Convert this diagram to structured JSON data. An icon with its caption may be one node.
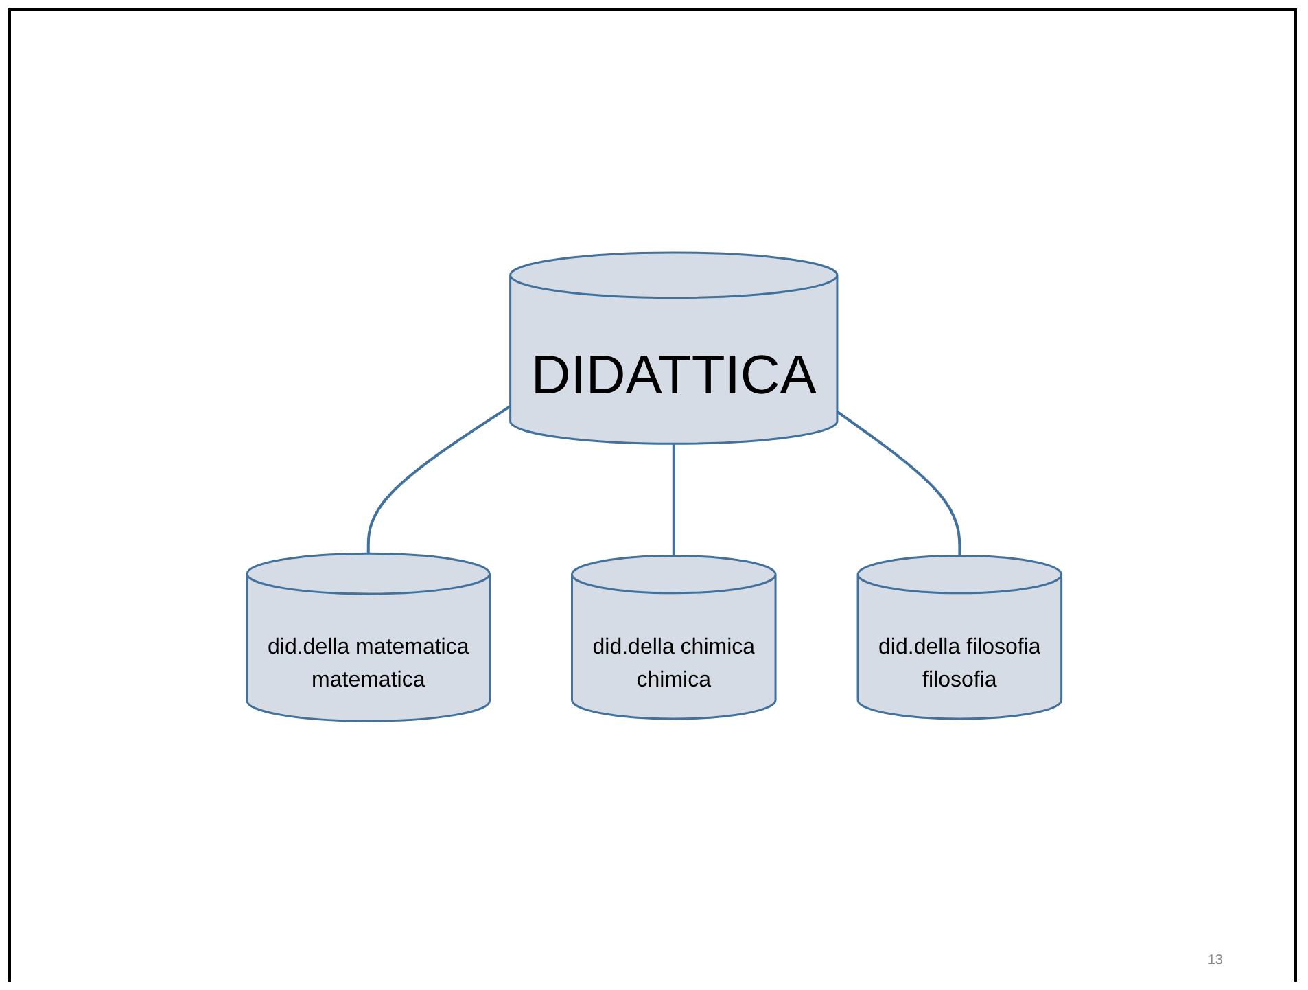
{
  "diagram": {
    "nodes": [
      {
        "text": [
          "DIDATTICA"
        ]
      },
      {
        "text": [
          "did.della matematica",
          "matematica"
        ]
      },
      {
        "text": [
          "did.della chimica",
          "chimica"
        ]
      },
      {
        "text": [
          "did.della filosofia",
          "filosofia"
        ]
      }
    ],
    "edges": [
      {
        "from": 0,
        "to": 1,
        "arrow": "none"
      },
      {
        "from": 0,
        "to": 2,
        "arrow": "none"
      },
      {
        "from": 0,
        "to": 3,
        "arrow": "none"
      }
    ],
    "labels": [
      "13"
    ]
  }
}
